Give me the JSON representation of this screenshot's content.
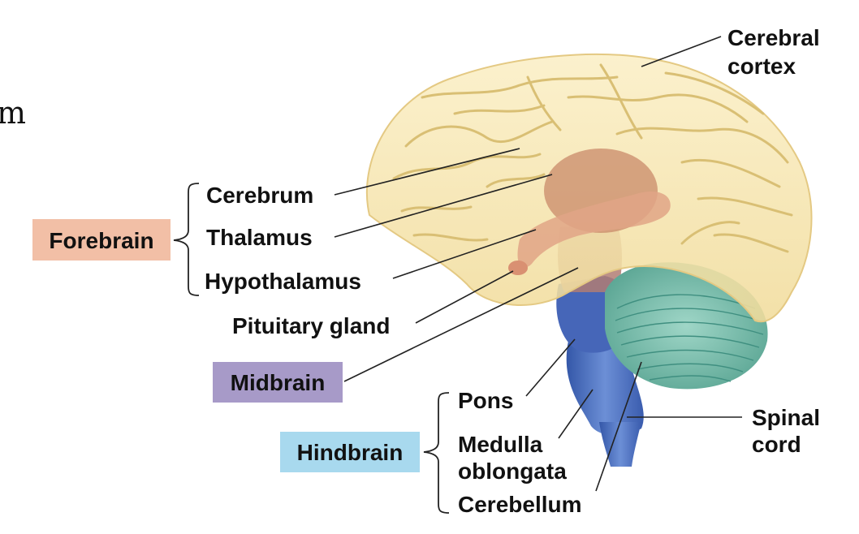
{
  "edge_text": "m",
  "colors": {
    "forebrain": "#f2bfa6",
    "midbrain": "#a79ac8",
    "hindbrain": "#a8d9ee",
    "cortex": "#f6e4ad",
    "thalamus": "#c98a6a",
    "brainstem": "#4a6fc0",
    "cerebellum": "#7cc4b3"
  },
  "regions": {
    "forebrain": "Forebrain",
    "midbrain": "Midbrain",
    "hindbrain": "Hindbrain"
  },
  "labels": {
    "cerebral_cortex": [
      "Cerebral",
      "cortex"
    ],
    "cerebrum": "Cerebrum",
    "thalamus": "Thalamus",
    "hypothalamus": "Hypothalamus",
    "pituitary_gland": "Pituitary gland",
    "pons": "Pons",
    "medulla_oblongata": [
      "Medulla",
      "oblongata"
    ],
    "cerebellum": "Cerebellum",
    "spinal_cord": [
      "Spinal",
      "cord"
    ]
  }
}
